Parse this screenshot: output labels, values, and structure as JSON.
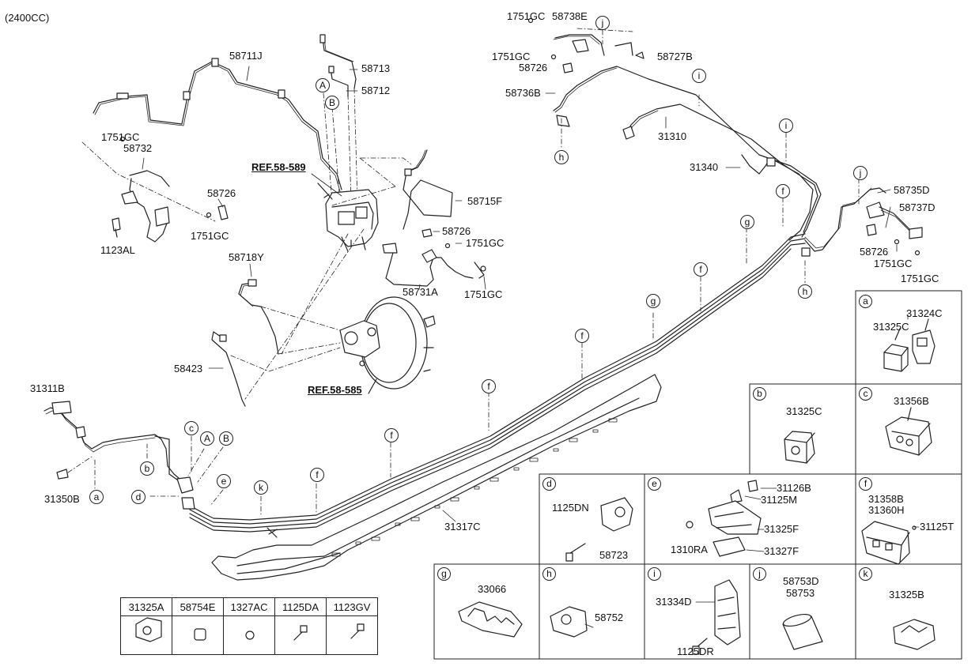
{
  "header": {
    "engine_note": "(2400CC)"
  },
  "references": {
    "ref_589": "REF.58-589",
    "ref_585": "REF.58-585"
  },
  "labels": {
    "p58711J": "58711J",
    "p58713": "58713",
    "p58712": "58712",
    "p1751GC_a": "1751GC",
    "p58732": "58732",
    "p58726_a": "58726",
    "p1751GC_b": "1751GC",
    "p1123AL": "1123AL",
    "p58715F": "58715F",
    "p58726_b": "58726",
    "p1751GC_c": "1751GC",
    "p58731A": "58731A",
    "p1751GC_d": "1751GC",
    "p58718Y": "58718Y",
    "p58423": "58423",
    "p31311B": "31311B",
    "p31350B": "31350B",
    "p31317C": "31317C",
    "p1751GC_top": "1751GC",
    "p58738E": "58738E",
    "p1751GC_e": "1751GC",
    "p58726_c": "58726",
    "p58727B": "58727B",
    "p58736B": "58736B",
    "p31310": "31310",
    "p31340": "31340",
    "p58735D": "58735D",
    "p58737D": "58737D",
    "p58726_d": "58726",
    "p1751GC_f": "1751GC",
    "p1751GC_g": "1751GC"
  },
  "circle_letters": {
    "A1": "A",
    "B1": "B",
    "c": "c",
    "A2": "A",
    "B2": "B",
    "b": "b",
    "a": "a",
    "d": "d",
    "e": "e",
    "k": "k",
    "f1": "f",
    "f2": "f",
    "f3": "f",
    "f4": "f",
    "f5": "f",
    "f6": "f",
    "f7": "f",
    "g1": "g",
    "g2": "g",
    "h1": "h",
    "h2": "h",
    "i1": "i",
    "i2": "i",
    "j1": "j",
    "j2": "j"
  },
  "detail_cells": {
    "a": {
      "letter": "a",
      "parts": [
        "31324C",
        "31325C"
      ]
    },
    "b": {
      "letter": "b",
      "parts": [
        "31325C"
      ]
    },
    "c": {
      "letter": "c",
      "parts": [
        "31356B"
      ]
    },
    "d": {
      "letter": "d",
      "parts": [
        "1125DN",
        "58723"
      ]
    },
    "e": {
      "letter": "e",
      "parts": [
        "31126B",
        "31125M",
        "31325F",
        "1310RA",
        "31327F"
      ]
    },
    "f": {
      "letter": "f",
      "parts": [
        "31358B",
        "31360H",
        "31125T"
      ]
    },
    "g": {
      "letter": "g",
      "parts": [
        "33066"
      ]
    },
    "h": {
      "letter": "h",
      "parts": [
        "58752"
      ]
    },
    "i": {
      "letter": "i",
      "parts": [
        "31334D",
        "1125DR"
      ]
    },
    "j": {
      "letter": "j",
      "parts": [
        "58753D",
        "58753"
      ]
    },
    "k": {
      "letter": "k",
      "parts": [
        "31325B"
      ]
    }
  },
  "parts_table": {
    "headers": [
      "31325A",
      "58754E",
      "1327AC",
      "1125DA",
      "1123GV"
    ]
  },
  "colors": {
    "line": "#222222",
    "background": "#ffffff"
  }
}
